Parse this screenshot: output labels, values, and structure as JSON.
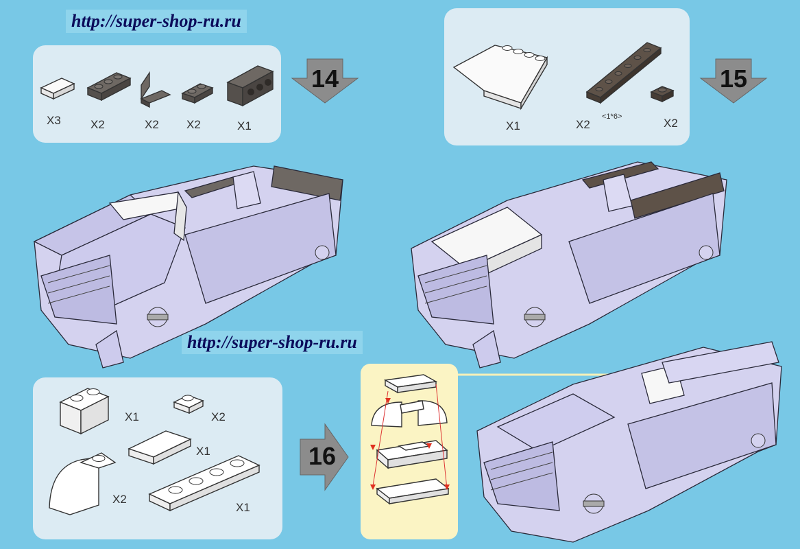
{
  "urls": {
    "top": "http://super-shop-ru.ru",
    "middle": "http://super-shop-ru.ru"
  },
  "steps": {
    "s14": "14",
    "s15": "15",
    "s16": "16"
  },
  "step14_parts": [
    {
      "qty": "X3",
      "color": "#f2f2f2"
    },
    {
      "qty": "X2",
      "color": "#6e6863"
    },
    {
      "qty": "X2",
      "color": "#6e6863"
    },
    {
      "qty": "X2",
      "color": "#6e6863"
    },
    {
      "qty": "X1",
      "color": "#6e6863"
    }
  ],
  "step15_parts": [
    {
      "qty": "X1",
      "color": "#f2f2f2"
    },
    {
      "qty": "X2",
      "color": "#5e5248",
      "size": "<1*6>"
    },
    {
      "qty": "X2",
      "color": "#5e5248"
    }
  ],
  "step16_parts": [
    {
      "qty": "X1"
    },
    {
      "qty": "X2"
    },
    {
      "qty": "X1"
    },
    {
      "qty": "X2"
    },
    {
      "qty": "X1"
    }
  ],
  "colors": {
    "background": "#78c8e6",
    "panel": "#dcebf3",
    "car_body": "#d4d2ef",
    "dark_brick": "#5e5248",
    "assembly_panel": "#fbf4c4",
    "arrow_red": "#e03020",
    "arrow_grey": "#8c8c8c"
  }
}
